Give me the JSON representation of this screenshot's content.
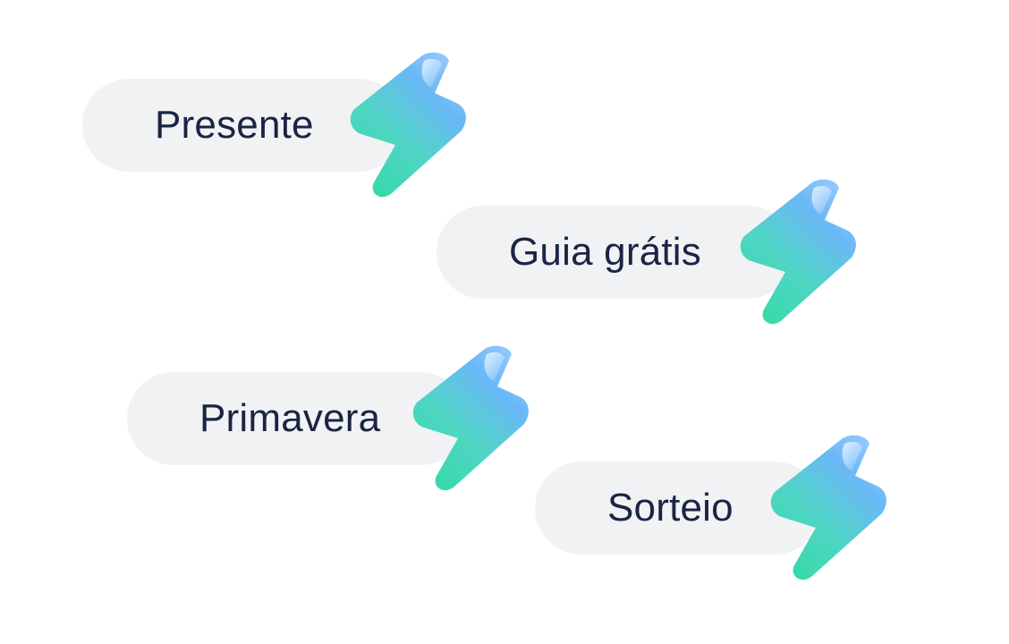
{
  "tags": [
    {
      "label": "Presente",
      "icon": "lightning-bolt-icon"
    },
    {
      "label": "Guia grátis",
      "icon": "lightning-bolt-icon"
    },
    {
      "label": "Primavera",
      "icon": "lightning-bolt-icon"
    },
    {
      "label": "Sorteio",
      "icon": "lightning-bolt-icon"
    }
  ],
  "colors": {
    "pill_background": "#f1f2f4",
    "text": "#1a2544",
    "bolt_green": "#33e0a1",
    "bolt_blue": "#6cb6ff"
  }
}
